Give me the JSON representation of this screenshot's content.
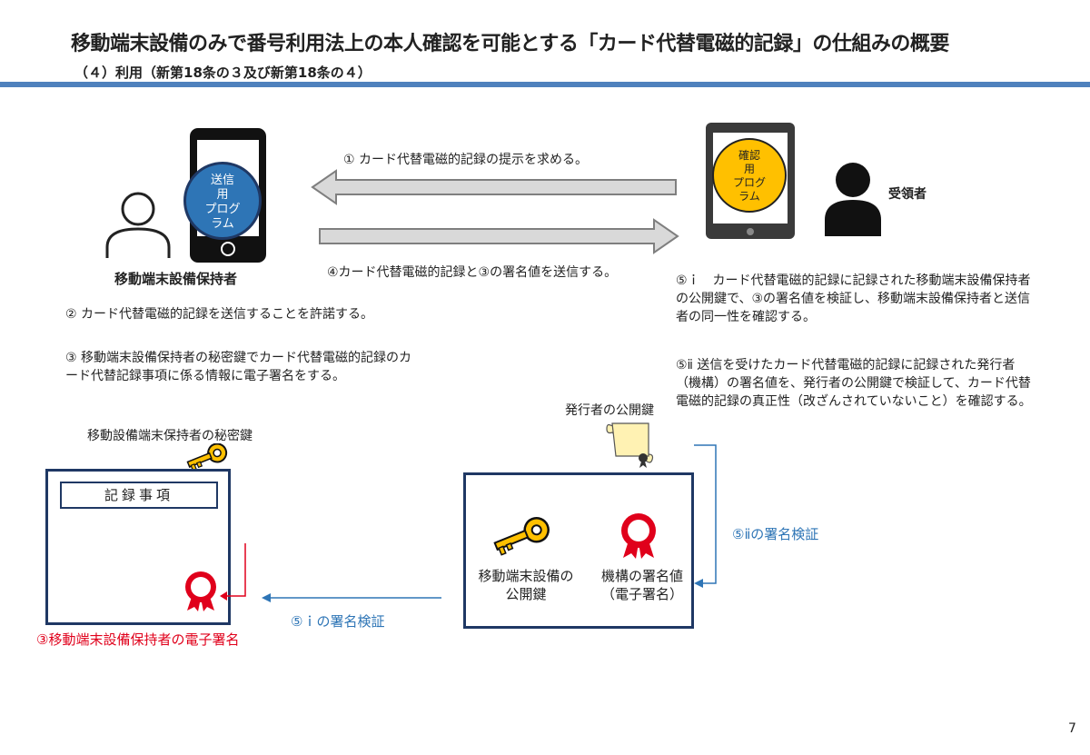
{
  "header": {
    "title": "移動端末設備のみで番号利用法上の本人確認を可能とする「カード代替電磁的記録」の仕組みの概要",
    "subtitle": "（４）利用（新第18条の３及び新第18条の４）"
  },
  "holder": {
    "label": "移動端末設備保持者",
    "phone_program_label": [
      "送信",
      "用",
      "プログ",
      "ラム"
    ]
  },
  "recipient": {
    "label": "受領者",
    "tablet_program_label": [
      "確認",
      "用",
      "プログ",
      "ラム"
    ]
  },
  "arrows": {
    "request_label": "① カード代替電磁的記録の提示を求める。",
    "send_label": "④カード代替電磁的記録と③の署名値を送信する。"
  },
  "steps": {
    "step2": "② カード代替電磁的記録を送信することを許諾する。",
    "step3": "③ 移動端末設備保持者の秘密鍵でカード代替電磁的記録のカード代替記録事項に係る情報に電子署名をする。",
    "step5i": "⑤ｉ　カード代替電磁的記録に記録された移動端末設備保持者の公開鍵で、③の署名値を検証し、移動端末設備保持者と送信者の同一性を確認する。",
    "step5ii": "⑤ⅱ 送信を受けたカード代替電磁的記録に記録された発行者（機構）の署名値を、発行者の公開鍵で検証して、カード代替電磁的記録の真正性（改ざんされていないこと）を確認する。"
  },
  "left_record": {
    "private_key_label": "移動設備端末保持者の秘密鍵",
    "record_items_label": "記録事項",
    "signature_caption": "③移動端末設備保持者の電子署名"
  },
  "right_record": {
    "issuer_key_label": "発行者の公開鍵",
    "public_key_label": "移動端末設備の公開鍵",
    "org_signature_label": "機構の署名値（電子署名）"
  },
  "verify": {
    "verify_i": "⑤ｉの署名検証",
    "verify_ii": "⑤ⅱの署名検証"
  },
  "page_number": "7",
  "colors": {
    "rule": "#4f81bd",
    "box_border": "#1f3864",
    "verify_text": "#2e75b6",
    "signature_red": "#e0001b",
    "program_circle": "#2e75b6",
    "tablet_circle": "#ffc000"
  }
}
